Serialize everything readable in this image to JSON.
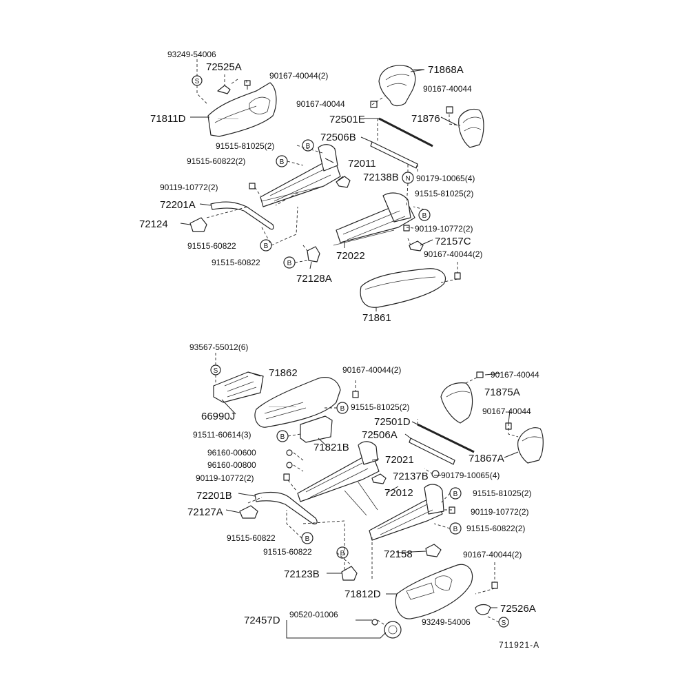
{
  "diagram": {
    "reference_id": "711921-A",
    "symbols": {
      "S": "S",
      "B": "B",
      "N": "N"
    },
    "parts_top": {
      "p93249_54006": "93249-54006",
      "p72525A": "72525A",
      "p90167_40044_2_a": "90167-40044(2)",
      "p71811D": "71811D",
      "p71868A": "71868A",
      "p90167_40044_a": "90167-40044",
      "p90167_40044_b": "90167-40044",
      "p72501E": "72501E",
      "p71876": "71876",
      "p72506B": "72506B",
      "p91515_81025_2_a": "91515-81025(2)",
      "p91515_60822_2": "91515-60822(2)",
      "p72011": "72011",
      "p90179_10065_4_a": "90179-10065(4)",
      "p72138B": "72138B",
      "p90119_10772_2_a": "90119-10772(2)",
      "p91515_81025_2_b": "91515-81025(2)",
      "p72201A": "72201A",
      "p72124": "72124",
      "p90119_10772_2_b": "90119-10772(2)",
      "p91515_60822_a": "91515-60822",
      "p72157C": "72157C",
      "p91515_60822_b": "91515-60822",
      "p72022": "72022",
      "p90167_40044_2_b": "90167-40044(2)",
      "p72128A": "72128A",
      "p71861": "71861"
    },
    "parts_bottom": {
      "p93567_55012_6": "93567-55012(6)",
      "p71862": "71862",
      "p90167_40044_2_c": "90167-40044(2)",
      "p90167_40044_c": "90167-40044",
      "p91515_81025_2_c": "91515-81025(2)",
      "p71875A": "71875A",
      "p66990J": "66990J",
      "p90167_40044_d": "90167-40044",
      "p72501D": "72501D",
      "p91511_60614_3": "91511-60614(3)",
      "p72506A": "72506A",
      "p71821B": "71821B",
      "p96160_00600": "96160-00600",
      "p72021": "72021",
      "p71867A": "71867A",
      "p96160_00800": "96160-00800",
      "p72137B": "72137B",
      "p90179_10065_4_b": "90179-10065(4)",
      "p90119_10772_2_c": "90119-10772(2)",
      "p72012": "72012",
      "p91515_81025_2_d": "91515-81025(2)",
      "p72201B": "72201B",
      "p90119_10772_2_d": "90119-10772(2)",
      "p72127A": "72127A",
      "p91515_60822_2_b": "91515-60822(2)",
      "p91515_60822_c": "91515-60822",
      "p91515_60822_d": "91515-60822",
      "p72158": "72158",
      "p90167_40044_2_d": "90167-40044(2)",
      "p72123B": "72123B",
      "p71812D": "71812D",
      "p72526A": "72526A",
      "p90520_01006": "90520-01006",
      "p72457D": "72457D",
      "p93249_54006_b": "93249-54006"
    }
  }
}
